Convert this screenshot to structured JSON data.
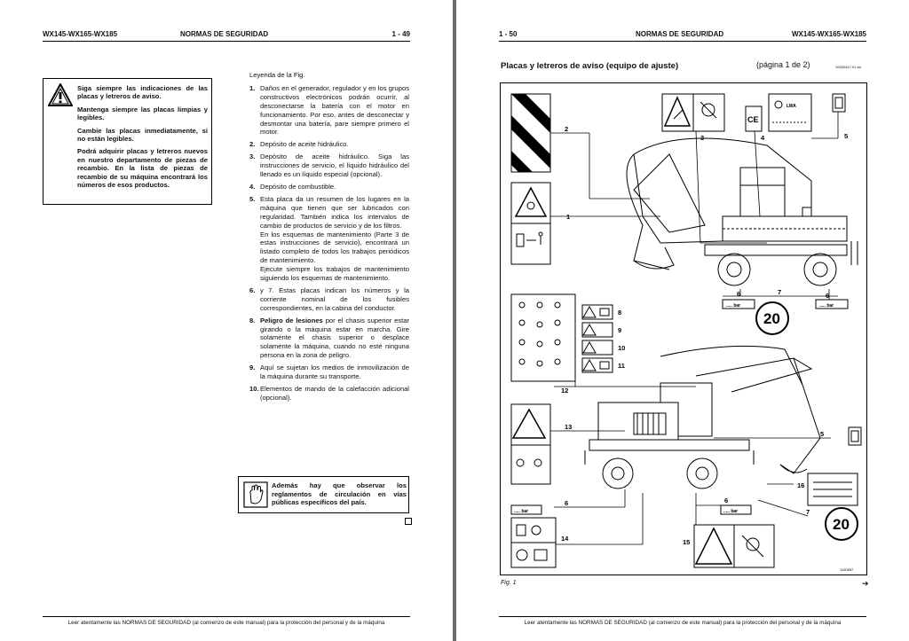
{
  "left_page": {
    "header": {
      "model": "WX145-WX165-WX185",
      "section": "NORMAS DE SEGURIDAD",
      "page_no": "1 - 49"
    },
    "warning_box": {
      "paragraphs": [
        "Siga siempre las indicaciones de las placas y letreros de aviso.",
        "Mantenga siempre las placas limpias y legibles.",
        "Cambie las placas inmediatamente, si no están legibles.",
        "Podrá adquirir placas y letreros nuevos en nuestro departamento de piezas de recambio. En la lista de piezas de recambio de su máquina encontrará los números de esos productos."
      ]
    },
    "legend_title": "Leyenda de la Fig.",
    "legend": [
      {
        "num": "1.",
        "text": "Daños en el generador, regulador y en los grupos constructivos electrónicos podrán ocurrir, al desconectarse la batería con el motor en funcionamiento. Por eso, antes de desconectar y desmontar una batería, pare siempre primero el motor."
      },
      {
        "num": "2.",
        "text": "Depósito de aceite hidráulico."
      },
      {
        "num": "3.",
        "text": "Depósito de aceite hidráulico. Siga las instrucciones de servicio, el líquido hidráulico del llenado es un líquido especial (opcional)."
      },
      {
        "num": "4.",
        "text": "Depósito de combustible."
      },
      {
        "num": "5.",
        "text": "Esta placa da un resumen de los lugares en la máquina que tienen que ser lubricados con regularidad. También indica los intervalos de cambio de productos de servicio y de los filtros.",
        "extra": [
          "En los esquemas de mantenimiento (Parte 3 de estas instrucciones de servicio), encontrará un listado completo de todos los trabajos periódicos de mantenimiento.",
          "Ejecute siempre los trabajos de mantenimiento siguiendo los esquemas de mantenimiento."
        ]
      },
      {
        "num": "6.",
        "text": "y 7. Estas placas indican los números y la corriente nominal de los fusibles correspondientes, en la cabina del conductor."
      },
      {
        "num": "8.",
        "bold": "Peligro de lesiones",
        "text": " por el chasis superior estar girando o la máquina estar en marcha. Gire solamente el chasis superior o desplace solamente la máquina, cuando no esté ninguna persona en la zona de peligro."
      },
      {
        "num": "9.",
        "text": "Aquí se sujetan los medios de inmovilización de la máquina durante su transporte."
      },
      {
        "num": "10.",
        "text": "Elementos de mando de la calefacción adicional (opcional)."
      }
    ],
    "note_box": "Además hay que observar los reglamentos de circulación en vías públicas específicos del país.",
    "footer": "Leer atentamente las NORMAS DE SEGURIDAD (al comienzo de este manual) para la protección del personal y de la máquina"
  },
  "right_page": {
    "header": {
      "page_no": "1 - 50",
      "section": "NORMAS DE SEGURIDAD",
      "model": "WX145-WX165-WX185"
    },
    "figure_title": "Placas y letreros de aviso (equipo de ajuste)",
    "figure_page": "(página 1 de 2)",
    "figure_code": "10000447.01-es",
    "figure_caption": "Fig. 1",
    "next_arrow": "➔",
    "figure_ref": "1100657",
    "callouts": [
      "1",
      "2",
      "3",
      "4",
      "5",
      "5",
      "6",
      "6",
      "6",
      "6",
      "7",
      "7",
      "8",
      "9",
      "10",
      "11",
      "12",
      "13",
      "14",
      "15",
      "16"
    ],
    "pressure_label": "..... bar",
    "speed_sign": "20",
    "ce_mark": "CE",
    "lwa_mark": "LWA",
    "footer": "Leer atentamente las NORMAS DE SEGURIDAD (al comienzo de este manual) para la protección del personal y de la máquina"
  }
}
